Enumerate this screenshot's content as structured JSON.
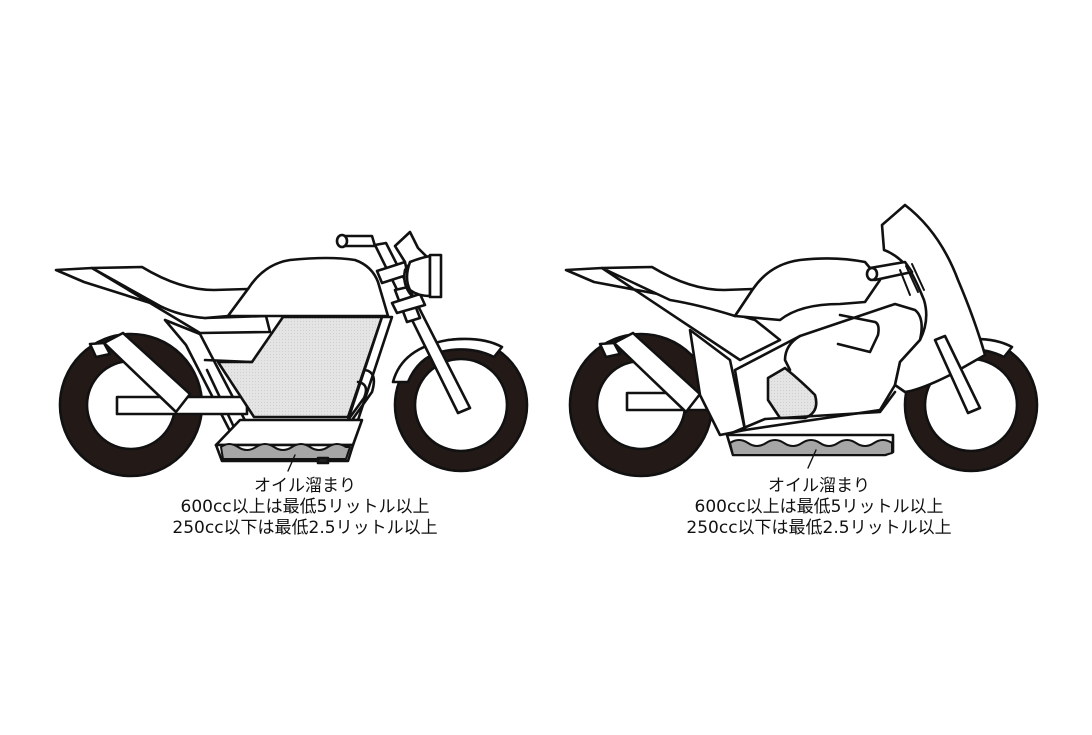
{
  "colors": {
    "outline": "#111111",
    "tire": "#231a18",
    "tank_shade": "#e2e2e2",
    "oil_fill": "#a6a6a6",
    "background": "#ffffff"
  },
  "diagrams": [
    {
      "bike_type": "naked-bike",
      "callout": {
        "title": "オイル溜まり",
        "line1": "600cc以上は最低5リットル以上",
        "line2": "250cc以下は最低2.5リットル以上"
      }
    },
    {
      "bike_type": "sport-bike",
      "callout": {
        "title": "オイル溜まり",
        "line1": "600cc以上は最低5リットル以上",
        "line2": "250cc以下は最低2.5リットル以上"
      }
    }
  ]
}
